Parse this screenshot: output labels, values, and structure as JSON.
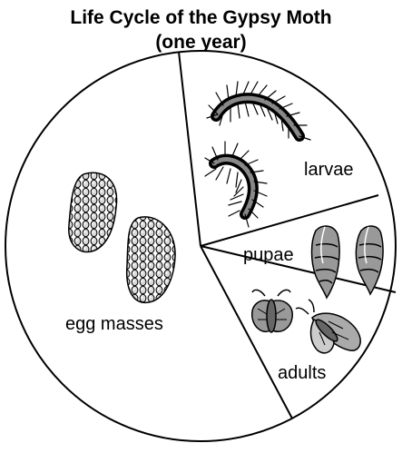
{
  "title": {
    "line1": "Life Cycle of the Gypsy Moth",
    "line2": "(one year)"
  },
  "segments": [
    {
      "label": "egg masses",
      "icon": "egg-mass-icon"
    },
    {
      "label": "larvae",
      "icon": "caterpillar-icon"
    },
    {
      "label": "pupae",
      "icon": "pupa-icon"
    },
    {
      "label": "adults",
      "icon": "moth-icon"
    }
  ]
}
